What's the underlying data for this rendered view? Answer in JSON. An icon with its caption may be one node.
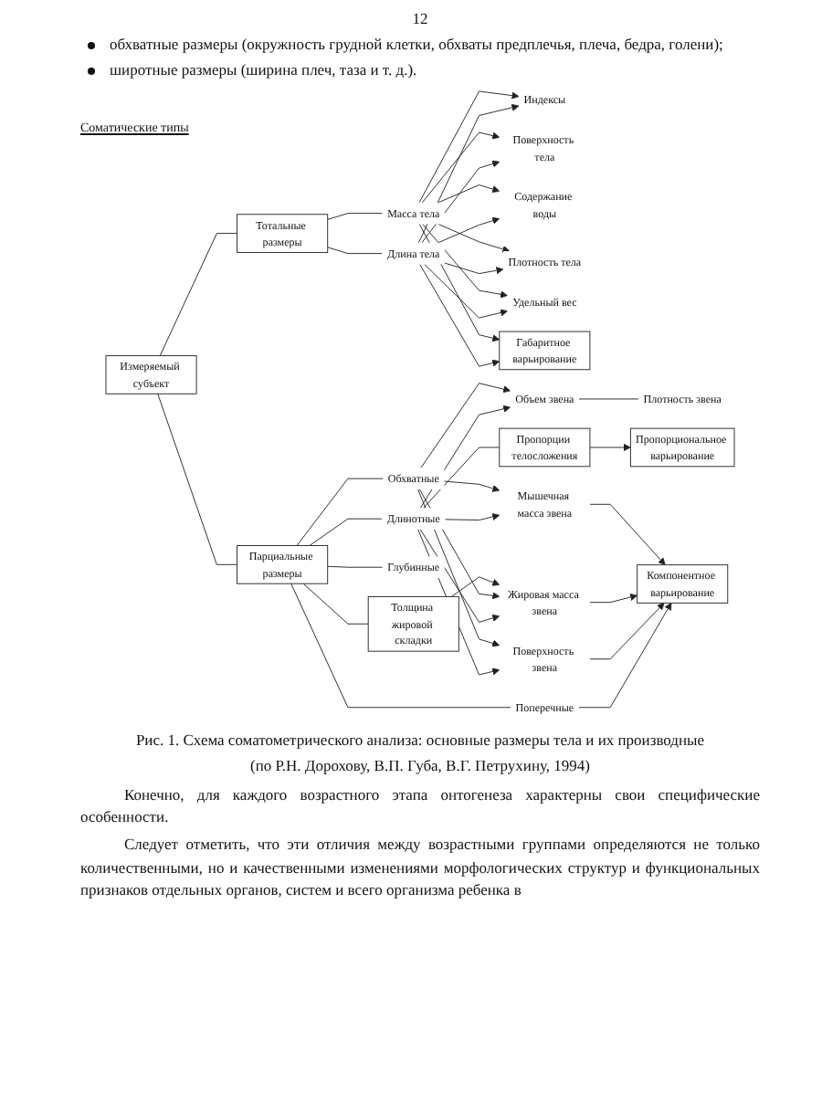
{
  "diagram": {
    "caption": "Рис. 1. Схема соматометрического анализа: основные размеры тела и их производные",
    "nodes": [
      {
        "text": [
          "Измеряемый субъект"
        ]
      },
      {
        "text": [
          "Тотальные размеры"
        ]
      },
      {
        "text": [
          "Парциальные размеры"
        ]
      },
      {
        "text": [
          "Длина тела"
        ]
      },
      {
        "text": [
          "Масса тела"
        ]
      },
      {
        "text": [
          "Индексы"
        ]
      },
      {
        "text": [
          "Поверхность тела"
        ]
      },
      {
        "text": [
          "Содержание воды"
        ]
      },
      {
        "text": [
          "Плотность тела"
        ]
      },
      {
        "text": [
          "Удельный вес"
        ]
      },
      {
        "text": [
          "Габаритное варьирование"
        ]
      },
      {
        "text": [
          "Компонентное варьирование"
        ]
      },
      {
        "text": [
          "Пропорциональное варьирование"
        ]
      },
      {
        "text": [
          "Длинотные"
        ]
      },
      {
        "text": [
          "Обхватные"
        ]
      },
      {
        "text": [
          "Поперечные"
        ]
      },
      {
        "text": [
          "Глубинные"
        ]
      },
      {
        "text": [
          "Толщина жировой складки"
        ]
      },
      {
        "text": [
          "Объем звена"
        ]
      },
      {
        "text": [
          "Поверхность звена"
        ]
      },
      {
        "text": [
          "Жировая масса звена"
        ]
      },
      {
        "text": [
          "Мышечная масса звена"
        ]
      },
      {
        "text": [
          "Плотность звена"
        ]
      },
      {
        "text": [
          "Пропорции телосложения"
        ]
      }
    ],
    "edges": [
      {
        "from": 0,
        "to": 1,
        "arrow": "none"
      },
      {
        "from": 0,
        "to": 2,
        "arrow": "none"
      },
      {
        "from": 1,
        "to": 3,
        "arrow": "none"
      },
      {
        "from": 1,
        "to": 4,
        "arrow": "none"
      },
      {
        "from": 3,
        "to": 5,
        "arrow": "to"
      },
      {
        "from": 3,
        "to": 6,
        "arrow": "to"
      },
      {
        "from": 3,
        "to": 7,
        "arrow": "to"
      },
      {
        "from": 3,
        "to": 8,
        "arrow": "to"
      },
      {
        "from": 3,
        "to": 9,
        "arrow": "to"
      },
      {
        "from": 3,
        "to": 10,
        "arrow": "to"
      },
      {
        "from": 4,
        "to": 5,
        "arrow": "to"
      },
      {
        "from": 4,
        "to": 6,
        "arrow": "to"
      },
      {
        "from": 4,
        "to": 7,
        "arrow": "to"
      },
      {
        "from": 4,
        "to": 8,
        "arrow": "to"
      },
      {
        "from": 4,
        "to": 9,
        "arrow": "to"
      },
      {
        "from": 4,
        "to": 10,
        "arrow": "to"
      },
      {
        "from": 2,
        "to": 13,
        "arrow": "none"
      },
      {
        "from": 2,
        "to": 14,
        "arrow": "none"
      },
      {
        "from": 2,
        "to": 15,
        "arrow": "none"
      },
      {
        "from": 2,
        "to": 16,
        "arrow": "none"
      },
      {
        "from": 2,
        "to": 17,
        "arrow": "none"
      },
      {
        "from": 13,
        "to": 18,
        "arrow": "to"
      },
      {
        "from": 13,
        "to": 19,
        "arrow": "to"
      },
      {
        "from": 13,
        "to": 20,
        "arrow": "to"
      },
      {
        "from": 13,
        "to": 21,
        "arrow": "to"
      },
      {
        "from": 13,
        "to": 23,
        "arrow": "none"
      },
      {
        "from": 14,
        "to": 18,
        "arrow": "to"
      },
      {
        "from": 14,
        "to": 19,
        "arrow": "to"
      },
      {
        "from": 14,
        "to": 20,
        "arrow": "to"
      },
      {
        "from": 14,
        "to": 21,
        "arrow": "to"
      },
      {
        "from": 17,
        "to": 20,
        "arrow": "to"
      },
      {
        "from": 18,
        "to": 22,
        "arrow": "none"
      },
      {
        "from": 15,
        "to": 11,
        "arrow": "to"
      },
      {
        "from": 19,
        "to": 11,
        "arrow": "to"
      },
      {
        "from": 20,
        "to": 11,
        "arrow": "to"
      },
      {
        "from": 21,
        "to": 11,
        "arrow": "to"
      },
      {
        "from": 23,
        "to": 12,
        "arrow": "to"
      }
    ],
    "labels": [
      "12",
      "обхватные размеры (окружность грудной клетки, обхваты предплечья, плеча, бедра, голени);",
      "широтные размеры (ширина плеч, таза и т. д.).",
      "Соматические типы",
      "(по Р.Н. Дорохову, В.П. Губа, В.Г. Петрухину, 1994)",
      "Конечно, для каждого возрастного этапа онтогенеза характерны свои специфические особенности.",
      "Следует отметить, что эти отличия между возрастными группами определяются не только количественными, но и качественными изменениями морфологических структур и функциональных признаков отдельных органов, систем и всего организма ребенка в"
    ]
  }
}
